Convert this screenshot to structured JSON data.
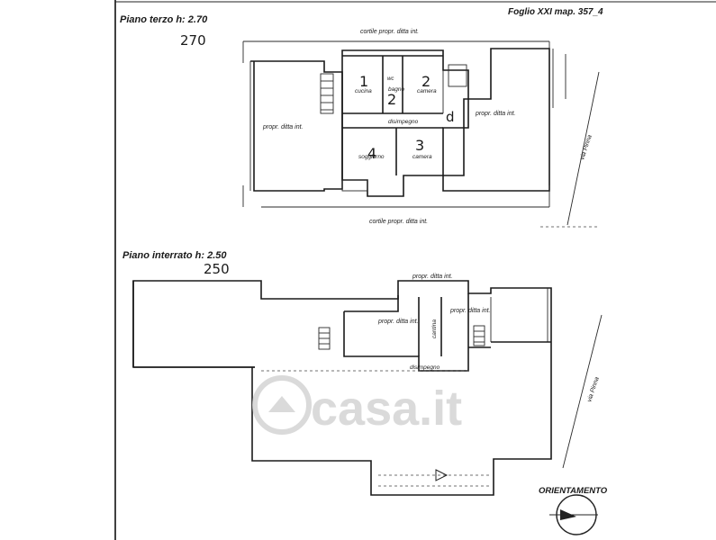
{
  "sheet_ref": "Foglio XXI map. 357_4",
  "third_floor": {
    "title": "Piano terzo h: 2.70",
    "handwritten_height": "270",
    "top_label": "cortile propr. ditta int.",
    "bottom_label": "cortile propr. ditta int.",
    "left_label": "propr. ditta int.",
    "right_label": "propr. ditta int.",
    "street": "via Pinna",
    "rooms": [
      {
        "label": "cucina",
        "number": "1"
      },
      {
        "label": "wc",
        "number": ""
      },
      {
        "label": "bagno",
        "number": "2"
      },
      {
        "label": "camera",
        "number": "2"
      },
      {
        "label": "disimpegno",
        "number": ""
      },
      {
        "label": "soggiorno",
        "number": "4"
      },
      {
        "label": "camera",
        "number": "3"
      },
      {
        "label": "",
        "number": "d"
      }
    ]
  },
  "basement": {
    "title": "Piano interrato h: 2.50",
    "handwritten_height": "250",
    "top_label": "propr. ditta int.",
    "center_label": "propr. ditta int.",
    "right_label": "propr. ditta int.",
    "cellar_label": "cantina",
    "corridor_label": "disimpegno",
    "street": "via Pinna"
  },
  "orientation_label": "ORIENTAMENTO",
  "watermark": "casa.it"
}
